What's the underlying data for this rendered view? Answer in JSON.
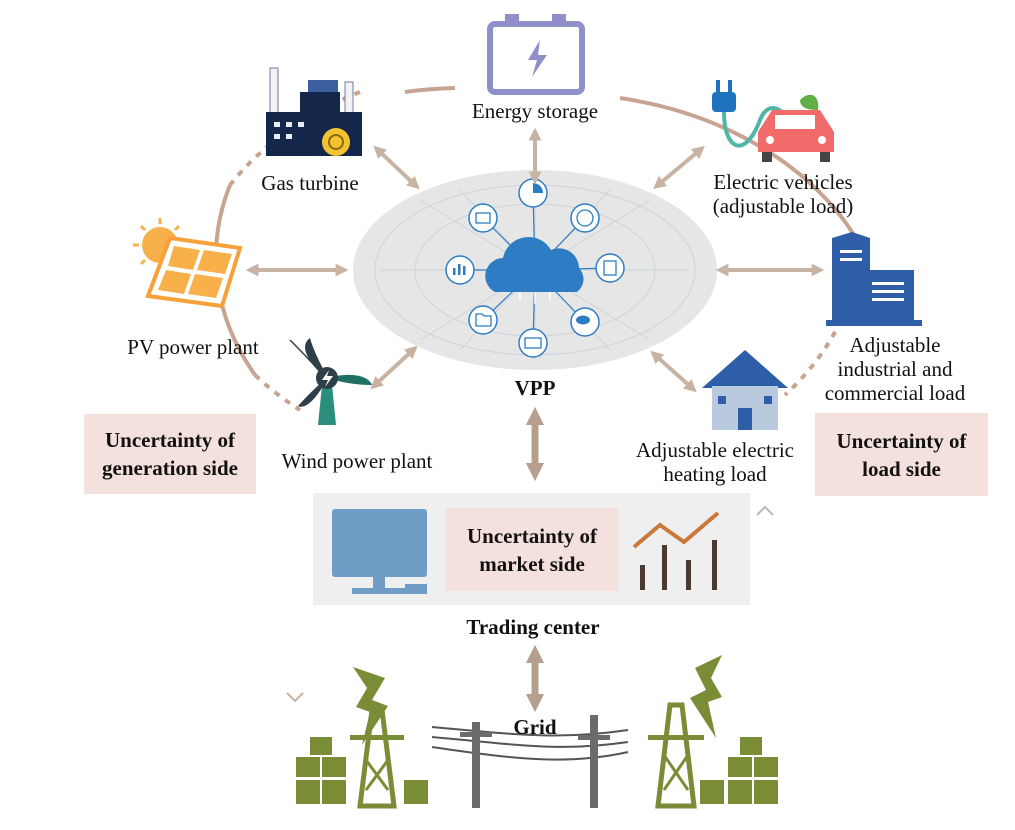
{
  "nodes": {
    "energy_storage": "Energy storage",
    "gas_turbine": "Gas turbine",
    "electric_vehicles_line1": "Electric vehicles",
    "electric_vehicles_line2": "(adjustable load)",
    "pv_power_plant": "PV power plant",
    "industrial_line1": "Adjustable",
    "industrial_line2": "industrial and",
    "industrial_line3": "commercial load",
    "wind_power_plant": "Wind power plant",
    "heating_line1": "Adjustable electric",
    "heating_line2": "heating load",
    "vpp": "VPP",
    "trading_center": "Trading center",
    "grid": "Grid"
  },
  "uncertainty": {
    "generation_line1": "Uncertainty of",
    "generation_line2": "generation side",
    "load_line1": "Uncertainty of",
    "load_line2": "load side",
    "market_line1": "Uncertainty of",
    "market_line2": "market side"
  },
  "colors": {
    "arrow": "#c8b3a3",
    "orbit": "#c9a391",
    "cloud": "#2e7dc4",
    "box_fill": "#f4e0dc",
    "panel": "#efefef",
    "grid_green": "#7a8d36",
    "monitor": "#6f9dc6",
    "chart_line": "#c9773a",
    "chart_bars": "#4a3a32"
  },
  "icons": [
    "battery-icon",
    "factory-icon",
    "car-charging-icon",
    "solar-panel-icon",
    "office-building-icon",
    "wind-turbine-icon",
    "house-icon",
    "cloud-icon",
    "monitor-icon",
    "market-chart-icon",
    "transmission-tower-icon",
    "power-line-icon"
  ]
}
